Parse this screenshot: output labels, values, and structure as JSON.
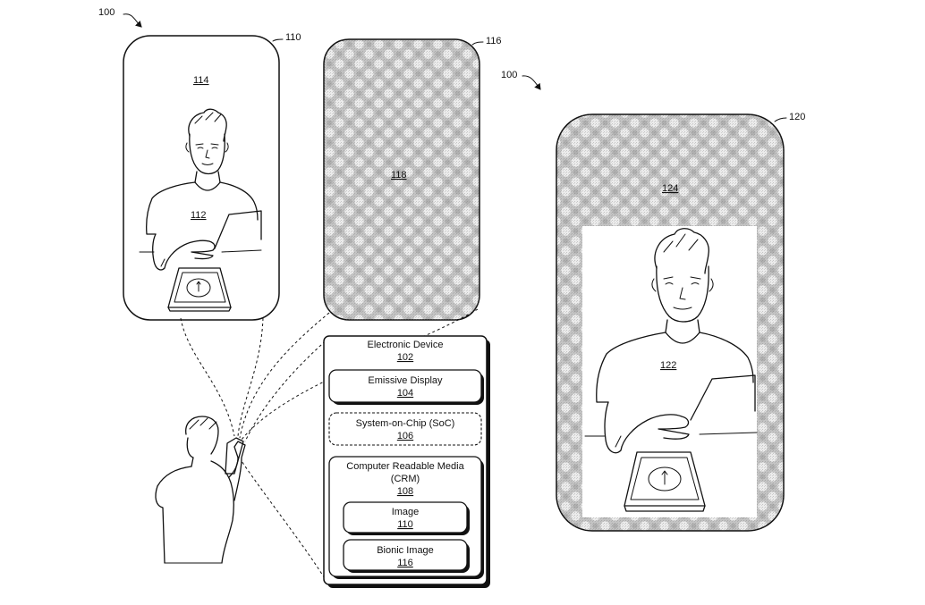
{
  "figure": {
    "ref_100_left": "100",
    "ref_100_right": "100"
  },
  "phone_image": {
    "ref": "110",
    "screen_ref": "114",
    "person_ref": "112"
  },
  "phone_bionic": {
    "ref": "116",
    "screen_ref": "118"
  },
  "phone_combined": {
    "ref": "120",
    "background_ref": "124",
    "person_ref": "122"
  },
  "device_block": {
    "title": "Electronic Device",
    "title_ref": "102",
    "emissive_display": {
      "label": "Emissive Display",
      "ref": "104"
    },
    "soc": {
      "label": "System-on-Chip (SoC)",
      "ref": "106"
    },
    "crm": {
      "label_line1": "Computer Readable Media",
      "label_line2": "(CRM)",
      "ref": "108"
    },
    "image": {
      "label": "Image",
      "ref": "110"
    },
    "bionic_image": {
      "label": "Bionic Image",
      "ref": "116"
    }
  },
  "colors": {
    "line": "#111111",
    "dither_dark": "#9a9a9a",
    "dither_light": "#dcdcdc",
    "background": "#ffffff"
  }
}
